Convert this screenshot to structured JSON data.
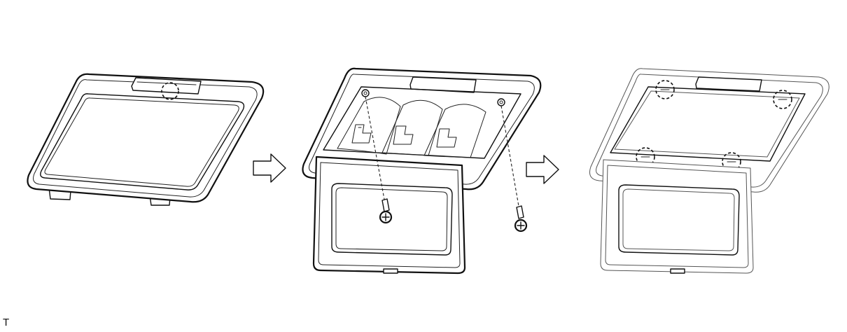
{
  "diagram": {
    "steps": [
      {
        "name": "cover-closed"
      },
      {
        "name": "cover-open-with-screws"
      },
      {
        "name": "unit-showing-clips"
      }
    ],
    "arrows": 2
  },
  "footer": {
    "code": "T"
  },
  "colors": {
    "line": "#111111",
    "background": "#ffffff"
  }
}
